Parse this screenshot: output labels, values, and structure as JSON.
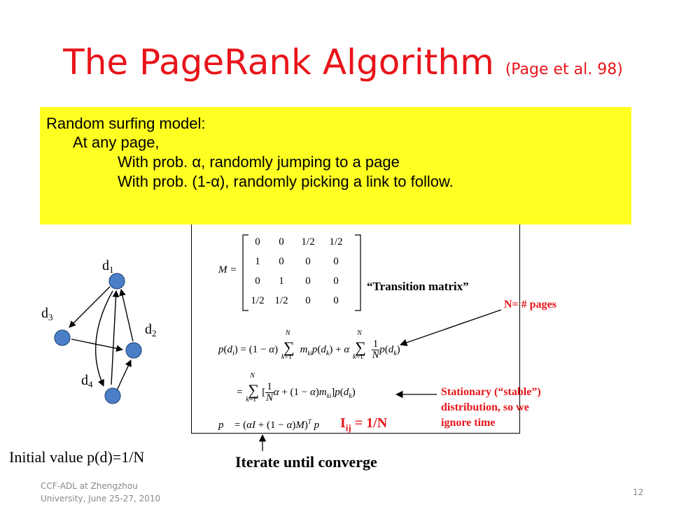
{
  "slide": {
    "title": "The PageRank Algorithm",
    "title_note": "(Page et al. 98)"
  },
  "model_box": {
    "line1": "Random surfing model:",
    "line2": "At any page,",
    "line3": "With prob. α, randomly jumping to a page",
    "line4": "With prob. (1-α), randomly picking a link to follow."
  },
  "graph": {
    "nodes": [
      {
        "label": "d1",
        "base": "d",
        "sub": "1"
      },
      {
        "label": "d2",
        "base": "d",
        "sub": "2"
      },
      {
        "label": "d3",
        "base": "d",
        "sub": "3"
      },
      {
        "label": "d4",
        "base": "d",
        "sub": "4"
      }
    ],
    "node_color": "#4a7fc8"
  },
  "matrix": {
    "name": "M =",
    "rows": [
      [
        "0",
        "0",
        "1/2",
        "1/2"
      ],
      [
        "1",
        "0",
        "0",
        "0"
      ],
      [
        "0",
        "1",
        "0",
        "0"
      ],
      [
        "1/2",
        "1/2",
        "0",
        "0"
      ]
    ],
    "caption": "“Transition matrix”"
  },
  "annotations": {
    "n_pages": "N= # pages",
    "stationary": [
      "Stationary (“stable”)",
      "distribution,  so we",
      "ignore time"
    ],
    "iij_base": "I",
    "iij_sub": "ij",
    "iij_rest": " = 1/N",
    "initial_value": "Initial value p(d)=1/N",
    "iterate": "Iterate until converge"
  },
  "footer": {
    "line1": "CCF-ADL at Zhengzhou",
    "line2": "University, June 25-27, 2010",
    "page_number": "12"
  },
  "colors": {
    "title": "#e8141a",
    "highlight": "#ffff22",
    "annotation": "#e8141a"
  }
}
